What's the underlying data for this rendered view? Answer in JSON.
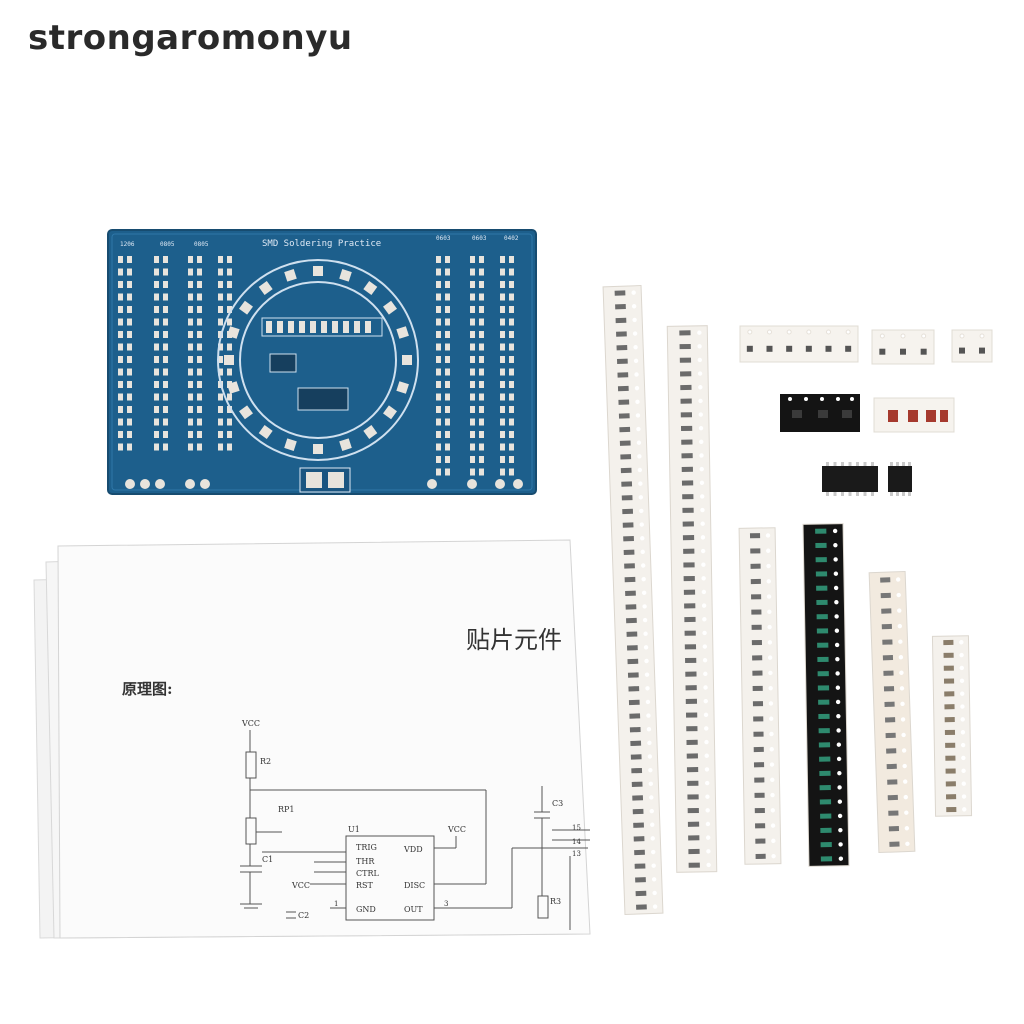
{
  "watermark": "strongaromonyu",
  "pcb": {
    "title": "SMD Soldering Practice",
    "size_labels": [
      "1206",
      "0805",
      "0805",
      "0603",
      "0603",
      "0402"
    ]
  },
  "sheet": {
    "heading": "贴片元件",
    "schematic_label": "原理图:",
    "ic_pins_left": [
      "TRIG",
      "THR",
      "CTRL",
      "RST",
      "GND"
    ],
    "ic_pins_right": [
      "VDD",
      "DISC",
      "OUT"
    ],
    "parts": [
      "VCC",
      "R2",
      "RP1",
      "C1",
      "U1",
      "VCC",
      "C3",
      "C2",
      "R3",
      "VCC"
    ],
    "pin_numbers": [
      "15",
      "14",
      "13",
      "1",
      "3"
    ]
  },
  "colors": {
    "pcb": "#1d5f8c",
    "tape_white": "#f4f1ec",
    "tape_black": "#141414",
    "background": "#ffffff"
  }
}
